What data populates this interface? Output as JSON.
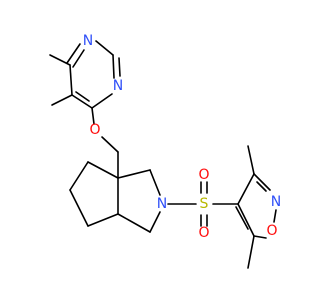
{
  "colors": {
    "carbon": "#000000",
    "oxygen": "#ff0d0d",
    "nitrogen": "#3050f8",
    "sulfur": "#b8b800",
    "background": "#ffffff"
  },
  "atoms": {
    "n_pyr_top": "N",
    "n_pyr_bottom": "N",
    "o_ether": "O",
    "n_pyrrolidine": "N",
    "s_sulfonyl": "S",
    "o_sulfonyl_top": "O",
    "o_sulfonyl_bottom": "O",
    "n_isoxazole": "N",
    "o_isoxazole": "O"
  }
}
